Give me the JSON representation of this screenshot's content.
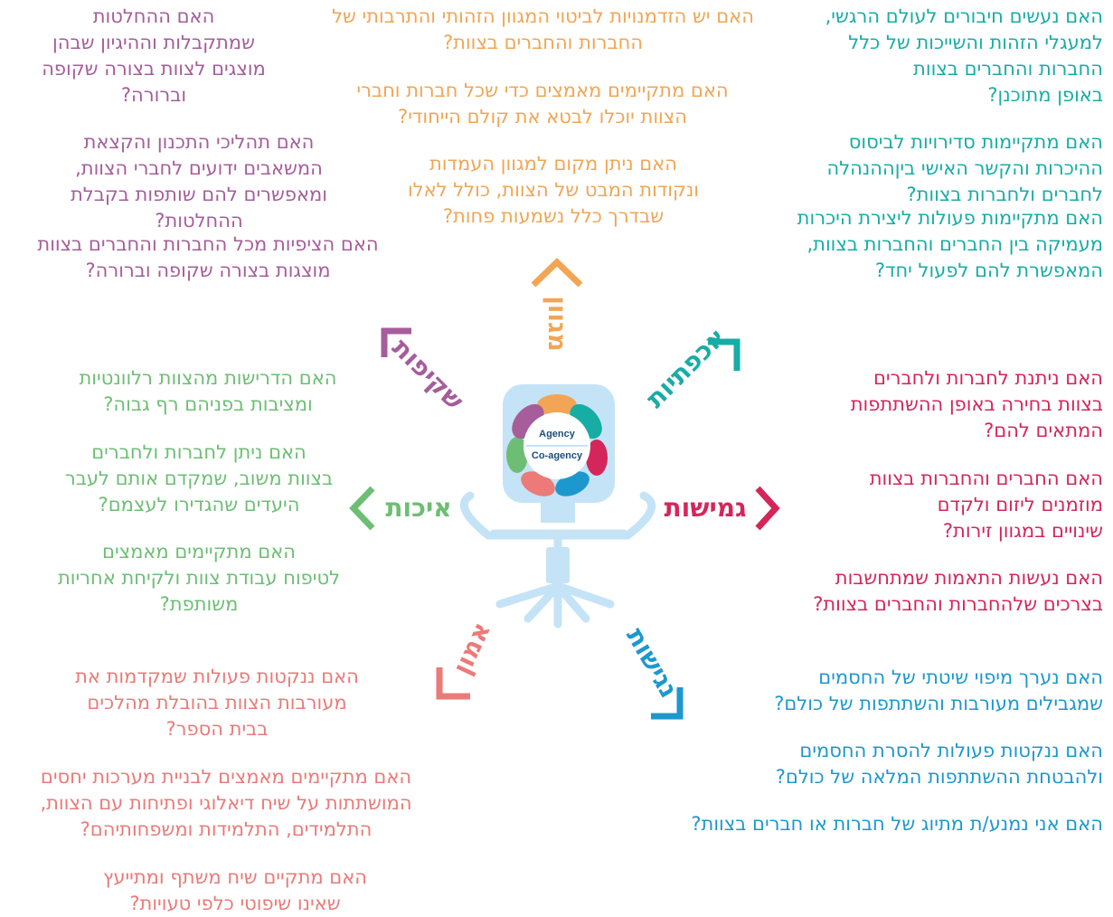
{
  "center": {
    "line1": "Agency",
    "line2": "Co-agency"
  },
  "colors": {
    "orange": "#F2A554",
    "teal": "#17ADA5",
    "crimson": "#D4265A",
    "blue": "#1C98CE",
    "salmon": "#EB7A78",
    "green": "#6DBE74",
    "purple": "#A65D9A",
    "chair": "#C5E3F6"
  },
  "categories": [
    {
      "key": "givun",
      "label": "מגוון",
      "color": "#F2A554",
      "questions": [
        "האם יש הזדמנויות לביטוי המגוון הזהותי והתרבותי של\nהחברות והחברים בצוות?",
        "האם מתקיימים מאמצים כדי שכל חברות וחברי\nהצוות יוכלו לבטא את קולם הייחודי?",
        "האם ניתן מקום למגוון העמדות\nונקודות המבט של הצוות, כולל לאלו\nשבדרך כלל נשמעות פחות?"
      ]
    },
    {
      "key": "ikhpatiut",
      "label": "אכפתיות",
      "color": "#17ADA5",
      "questions": [
        "האם נעשים חיבורים לעולם הרגשי,\nלמעגלי הזהות והשייכות של כלל\nהחברות והחברים בצוות\nבאופן מתוכנן?",
        "האם מתקיימות סדירויות לביסוס\nההיכרות והקשר האישי ביןההנהלה\nלחברים ולחברות בצוות?",
        "האם מתקיימות פעולות ליצירת היכרות\nמעמיקה בין החברים והחברות בצוות,\nהמאפשרת להם לפעול יחד?"
      ]
    },
    {
      "key": "gmishut",
      "label": "גמישות",
      "color": "#D4265A",
      "questions": [
        "האם ניתנת לחברות ולחברים\nבצוות  בחירה באופן ההשתתפות\nהמתאים להם?",
        "האם החברים והחברות בצוות\nמוזמנים ליזום ולקדם\nשינויים במגוון זירות?",
        "האם נעשות התאמות שמתחשבות\nבצרכים שלהחברות והחברים בצוות?"
      ]
    },
    {
      "key": "negishut",
      "label": "נגישות",
      "color": "#1C98CE",
      "questions": [
        "האם נערך מיפוי שיטתי של החסמים\nשמגבילים מעורבות והשתתפות של כולם?",
        "האם ננקטות פעולות להסרת החסמים\nולהבטחת ההשתתפות המלאה של כולם?",
        "האם אני נמנע/ת מתיוג של חברות או חברים בצוות?"
      ]
    },
    {
      "key": "emun",
      "label": "אמון",
      "color": "#EB7A78",
      "questions": [
        "האם ננקטות פעולות שמקדמות את\nמעורבות הצוות בהובלת מהלכים\nבבית הספר?",
        "האם מתקיימים מאמצים לבניית מערכות יחסים\nהמושתתות על שיח דיאלוגי ופתיחות עם הצוות,\nהתלמידים, התלמידות ומשפחותיהם?",
        "האם מתקיים שיח משתף ומתייעץ\nשאינו שיפוטי כלפי טעויות?"
      ]
    },
    {
      "key": "eichut",
      "label": "איכות",
      "color": "#6DBE74",
      "questions": [
        "האם הדרישות מהצוות רלוונטיות\nומציבות בפניהם רף גבוה?",
        "האם ניתן לחברות ולחברים\nבצוות  משוב, שמקדם אותם לעבר\nהיעדים שהגדירו לעצמם?",
        "האם מתקיימים מאמצים\nלטיפוח עבודת צוות ולקיחת אחריות\nמשותפת?"
      ]
    },
    {
      "key": "shkifut",
      "label": "שקיפות",
      "color": "#A65D9A",
      "questions": [
        "האם ההחלטות\nשמתקבלות וההיגיון שבהן\nמוצגים לצוות בצורה שקופה\nוברורה?",
        "האם תהליכי התכנון והקצאת\nהמשאבים ידועים לחברי הצוות,\nומאפשרים להם שותפות בקבלת\nההחלטות?",
        "האם הציפיות מכל החברות והחברים בצוות\nמוצגות בצורה שקופה וברורה?"
      ]
    }
  ]
}
